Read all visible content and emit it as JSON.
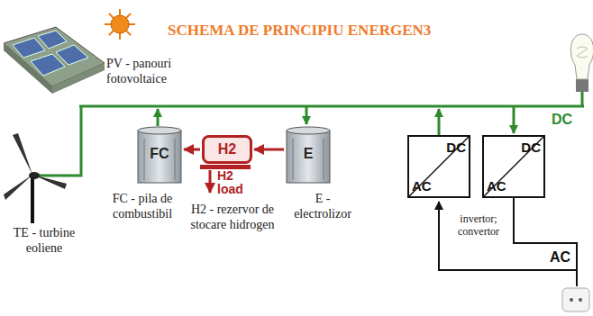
{
  "diagram": {
    "title": "SCHEMA DE PRINCIPIU ENERGEN3",
    "nodes": [
      {
        "text": [
          "FC"
        ]
      },
      {
        "text": [
          "H2"
        ]
      },
      {
        "text": [
          "E"
        ]
      },
      {
        "text": [
          "AC",
          "DC"
        ]
      },
      {
        "text": [
          "AC",
          "DC"
        ]
      }
    ],
    "edges": [
      {
        "from": 1,
        "to": 0,
        "arrow": "to"
      },
      {
        "from": 2,
        "to": 1,
        "arrow": "to"
      }
    ],
    "labels": [
      "PV - panouri fotovoltaice",
      "TE - turbine eoliene",
      "FC - pila de combustibil",
      "H2 load",
      "H2 - rezervor de stocare hidrogen",
      "E - electrolizor",
      "invertor; convertor",
      "DC",
      "AC"
    ]
  }
}
